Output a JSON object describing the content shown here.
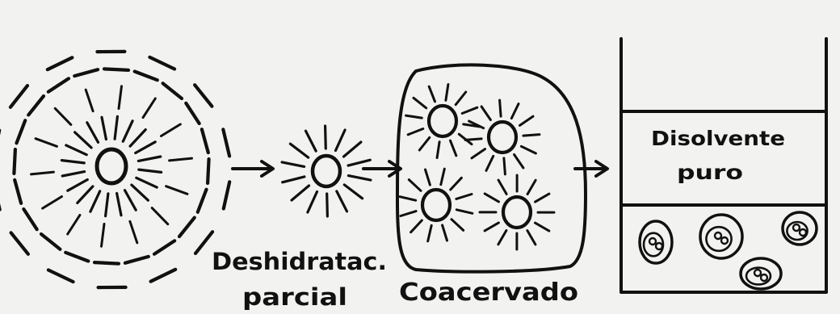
{
  "labels": {
    "dehydration_line1": "Deshidratac.",
    "dehydration_line2": "parcial",
    "coacervate": "Coacervado",
    "solvent_line1": "Disolvente",
    "solvent_line2": "puro"
  },
  "colors": {
    "ink": "#111111",
    "paper": "#f2f2f0"
  },
  "icons": {
    "arrow": "right-arrow-icon"
  }
}
